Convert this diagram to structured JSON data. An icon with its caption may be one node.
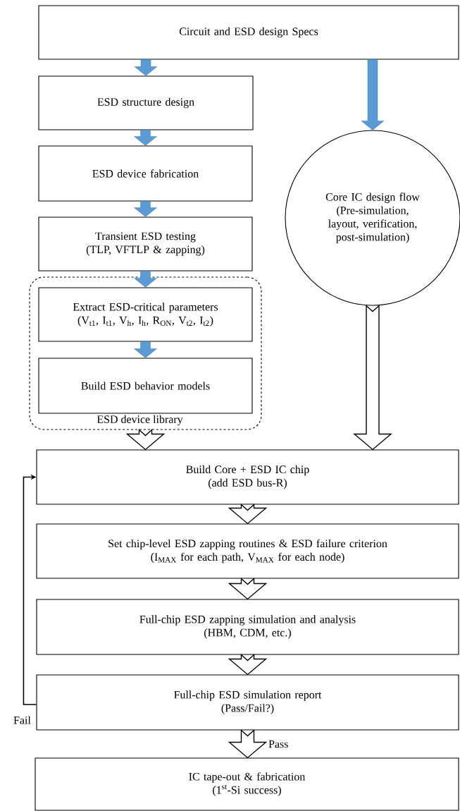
{
  "diagram": {
    "nodes": [
      {
        "text": [
          "Circuit and ESD design Specs"
        ]
      },
      {
        "text": [
          "ESD structure design"
        ]
      },
      {
        "text": [
          "ESD device fabrication"
        ]
      },
      {
        "text": [
          "Transient ESD testing",
          "(TLP, VFTLP & zapping)"
        ]
      },
      {
        "text": [
          "ESD device library"
        ]
      },
      {
        "text": [
          "Extract ESD-critical parameters",
          "(V$_{t1}$, I$_{t1}$, V$_{h}$, I$_{h}$, R$_{ON}$, V$_{t2}$, I$_{t2}$)"
        ],
        "in": 4
      },
      {
        "text": [
          "Build ESD behavior models"
        ],
        "in": 4
      },
      {
        "text": [
          "Core IC design flow",
          "(Pre-simulation, layout, verification, post-simulation)"
        ]
      },
      {
        "text": [
          "Build Core + ESD IC chip",
          "(add ESD bus-R)"
        ]
      },
      {
        "text": [
          "Set chip-level ESD zapping routines & ESD failure criterion",
          "(I$_{MAX}$ for each path, V$_{MAX}$ for each node)"
        ]
      },
      {
        "text": [
          "Full-chip ESD zapping simulation and analysis",
          "(HBM, CDM, etc.)"
        ]
      },
      {
        "text": [
          "Full-chip ESD simulation report",
          "(Pass/Fail?)"
        ]
      },
      {
        "text": [
          "IC tape-out & fabrication",
          "(1$^{st}$-Si success)"
        ]
      }
    ],
    "edges": [
      {
        "from": 0,
        "to": 1,
        "arrow": "to",
        "style": "thick",
        "color": "#5b9bd5"
      },
      {
        "from": 0,
        "to": 7,
        "arrow": "to",
        "style": "thick",
        "color": "#5b9bd5"
      },
      {
        "from": 1,
        "to": 2,
        "arrow": "to",
        "style": "thick",
        "color": "#5b9bd5"
      },
      {
        "from": 2,
        "to": 3,
        "arrow": "to",
        "style": "thick",
        "color": "#5b9bd5"
      },
      {
        "from": 3,
        "to": 5,
        "arrow": "to",
        "style": "thick",
        "color": "#5b9bd5"
      },
      {
        "from": 5,
        "to": 6,
        "arrow": "to",
        "style": "thick",
        "color": "#5b9bd5"
      },
      {
        "from": 4,
        "to": 8,
        "arrow": "to",
        "style": "thick"
      },
      {
        "from": 7,
        "to": 8,
        "arrow": "to",
        "style": "thick"
      },
      {
        "from": 8,
        "to": 9,
        "arrow": "to",
        "style": "thick"
      },
      {
        "from": 9,
        "to": 10,
        "arrow": "to",
        "style": "thick"
      },
      {
        "from": 10,
        "to": 11,
        "arrow": "to",
        "style": "thick"
      },
      {
        "from": 11,
        "to": 12,
        "arrow": "to",
        "style": "thick",
        "label": "Pass"
      },
      {
        "from": 11,
        "to": 8,
        "arrow": "to",
        "label": "Fail"
      }
    ]
  }
}
